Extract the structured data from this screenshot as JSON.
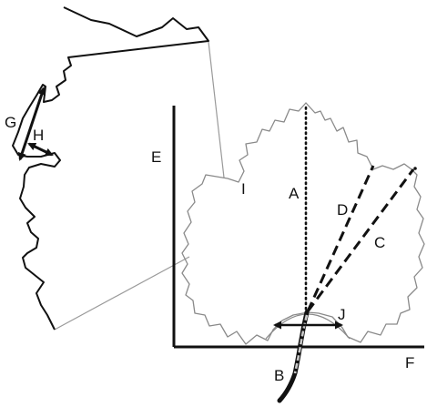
{
  "diagram": {
    "labels": {
      "A": "A",
      "B": "B",
      "C": "C",
      "D": "D",
      "E": "E",
      "F": "F",
      "G": "G",
      "H": "H",
      "I": "I",
      "J": "J"
    },
    "colors": {
      "ink": "#111111",
      "leaf_outline": "#8a8a8a",
      "connector": "#9a9a9a",
      "petiole_fill": "#c8c8c8"
    }
  }
}
